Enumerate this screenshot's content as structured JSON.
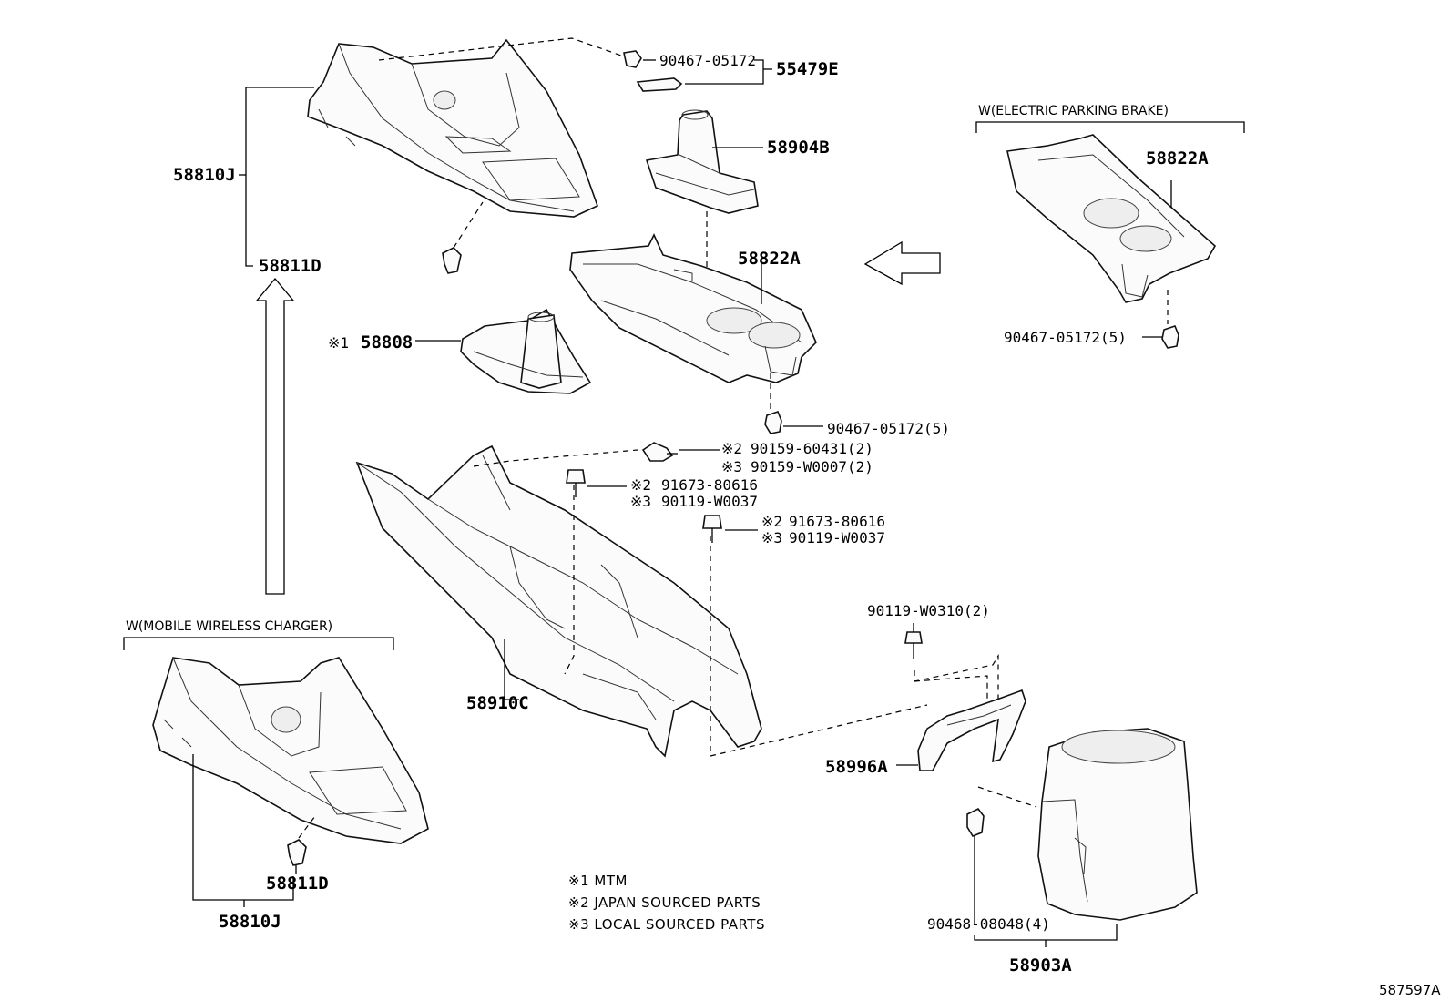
{
  "diagram": {
    "reference_code": "587597A",
    "groups": {
      "electric_parking_brake": "W(ELECTRIC PARKING BRAKE)",
      "mobile_wireless_charger": "W(MOBILE WIRELESS CHARGER)"
    },
    "parts": {
      "p_90467_05172": "90467-05172",
      "p_55479E": "55479E",
      "p_58810J_top": "58810J",
      "p_58811D_top": "58811D",
      "p_58904B": "58904B",
      "p_58822A_center": "58822A",
      "p_58822A_right": "58822A",
      "p_90467_05172_5_right": "90467-05172(5)",
      "p_58808": "58808",
      "p_58808_mark": "※1",
      "p_90467_05172_5_center": "90467-05172(5)",
      "p_90159_60431_mark": "※2",
      "p_90159_60431": "90159-60431(2)",
      "p_90159_W0007_mark": "※3",
      "p_90159_W0007": "90159-W0007(2)",
      "p_91673_80616_a_mark": "※2",
      "p_91673_80616_a": "91673-80616",
      "p_90119_W0037_a_mark": "※3",
      "p_90119_W0037_a": "90119-W0037",
      "p_91673_80616_b_mark": "※2",
      "p_91673_80616_b": "91673-80616",
      "p_90119_W0037_b_mark": "※3",
      "p_90119_W0037_b": "90119-W0037",
      "p_58910C": "58910C",
      "p_90119_W0310": "90119-W0310(2)",
      "p_58996A": "58996A",
      "p_58811D_bottom": "58811D",
      "p_58810J_bottom": "58810J",
      "p_90468_08048": "90468-08048(4)",
      "p_58903A": "58903A"
    },
    "notes": [
      "※1 MTM",
      "※2 JAPAN SOURCED PARTS",
      "※3 LOCAL SOURCED PARTS"
    ]
  }
}
